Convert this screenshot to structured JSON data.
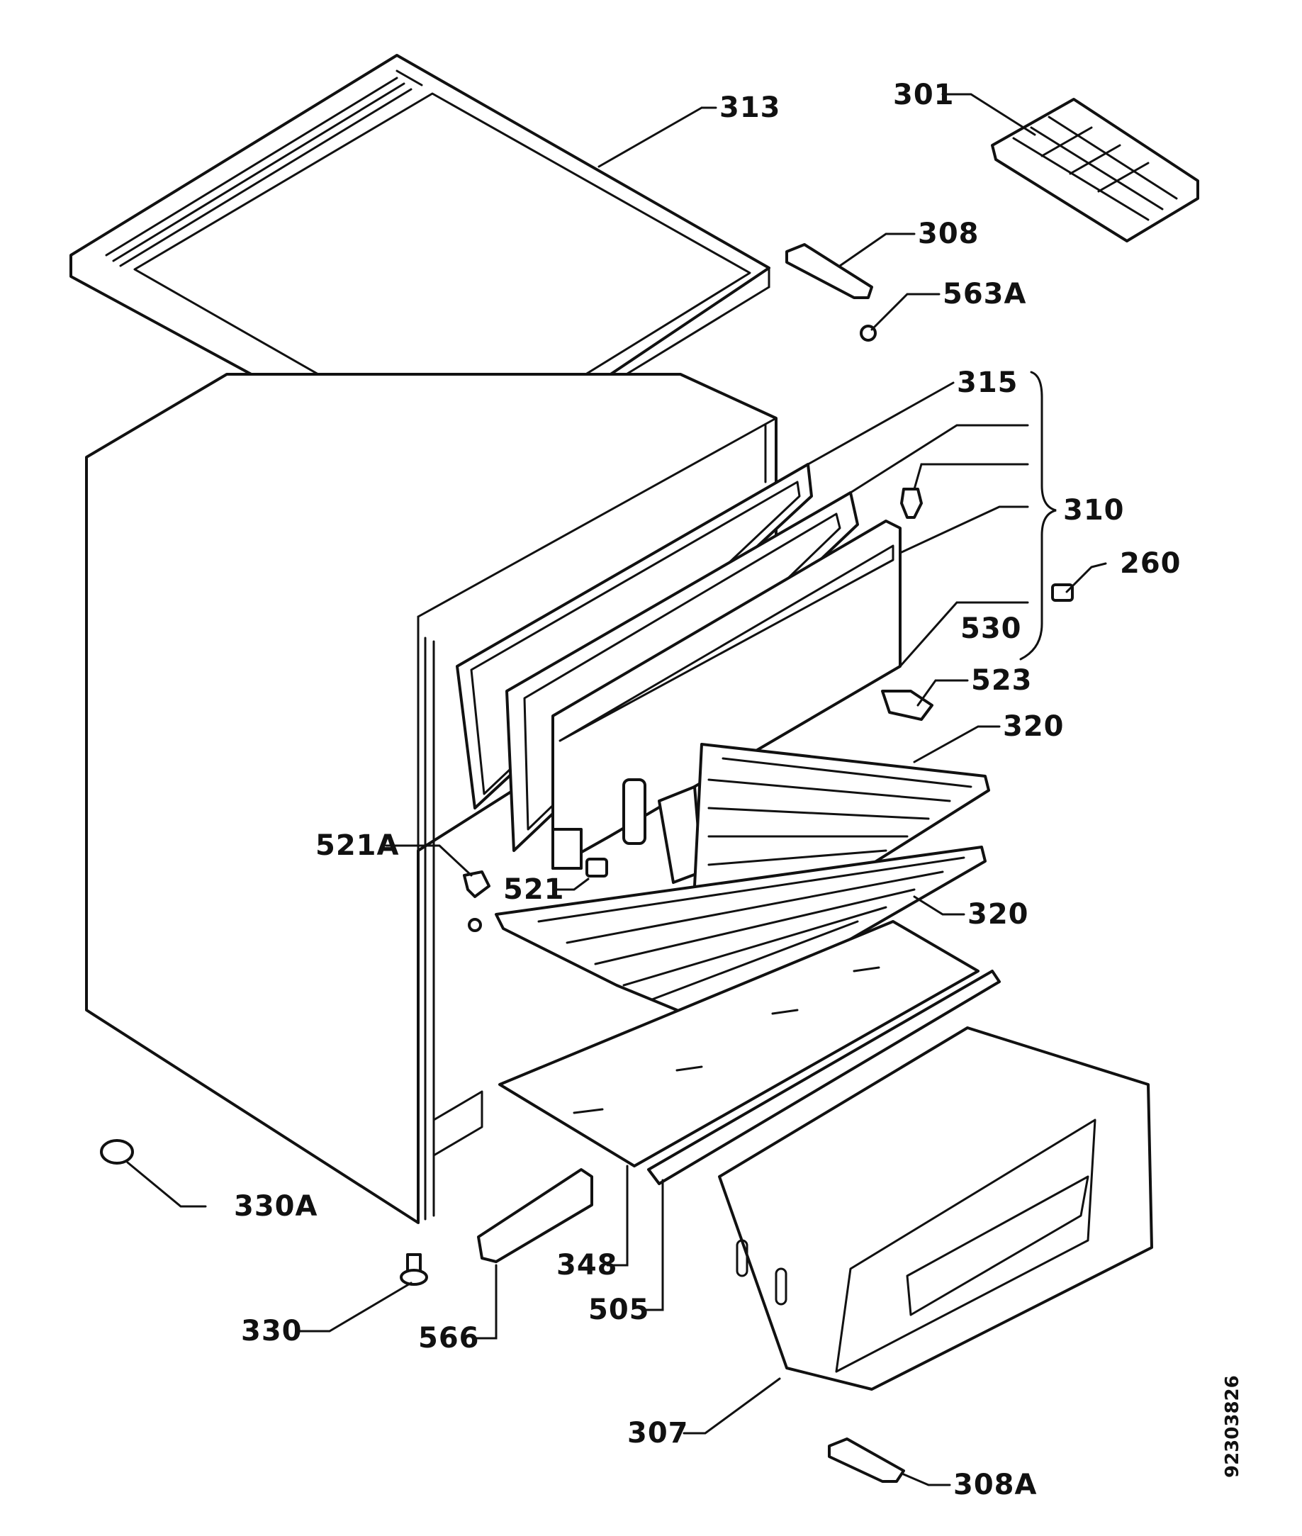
{
  "part_labels": {
    "p313": "313",
    "p301": "301",
    "p308": "308",
    "p563A": "563A",
    "p315": "315",
    "p310": "310",
    "p260": "260",
    "p530": "530",
    "p523": "523",
    "p320a": "320",
    "p320b": "320",
    "p521A": "521A",
    "p521": "521",
    "p330A": "330A",
    "p330": "330",
    "p566": "566",
    "p348": "348",
    "p505": "505",
    "p307": "307",
    "p308A": "308A"
  },
  "document_number": "92303826"
}
